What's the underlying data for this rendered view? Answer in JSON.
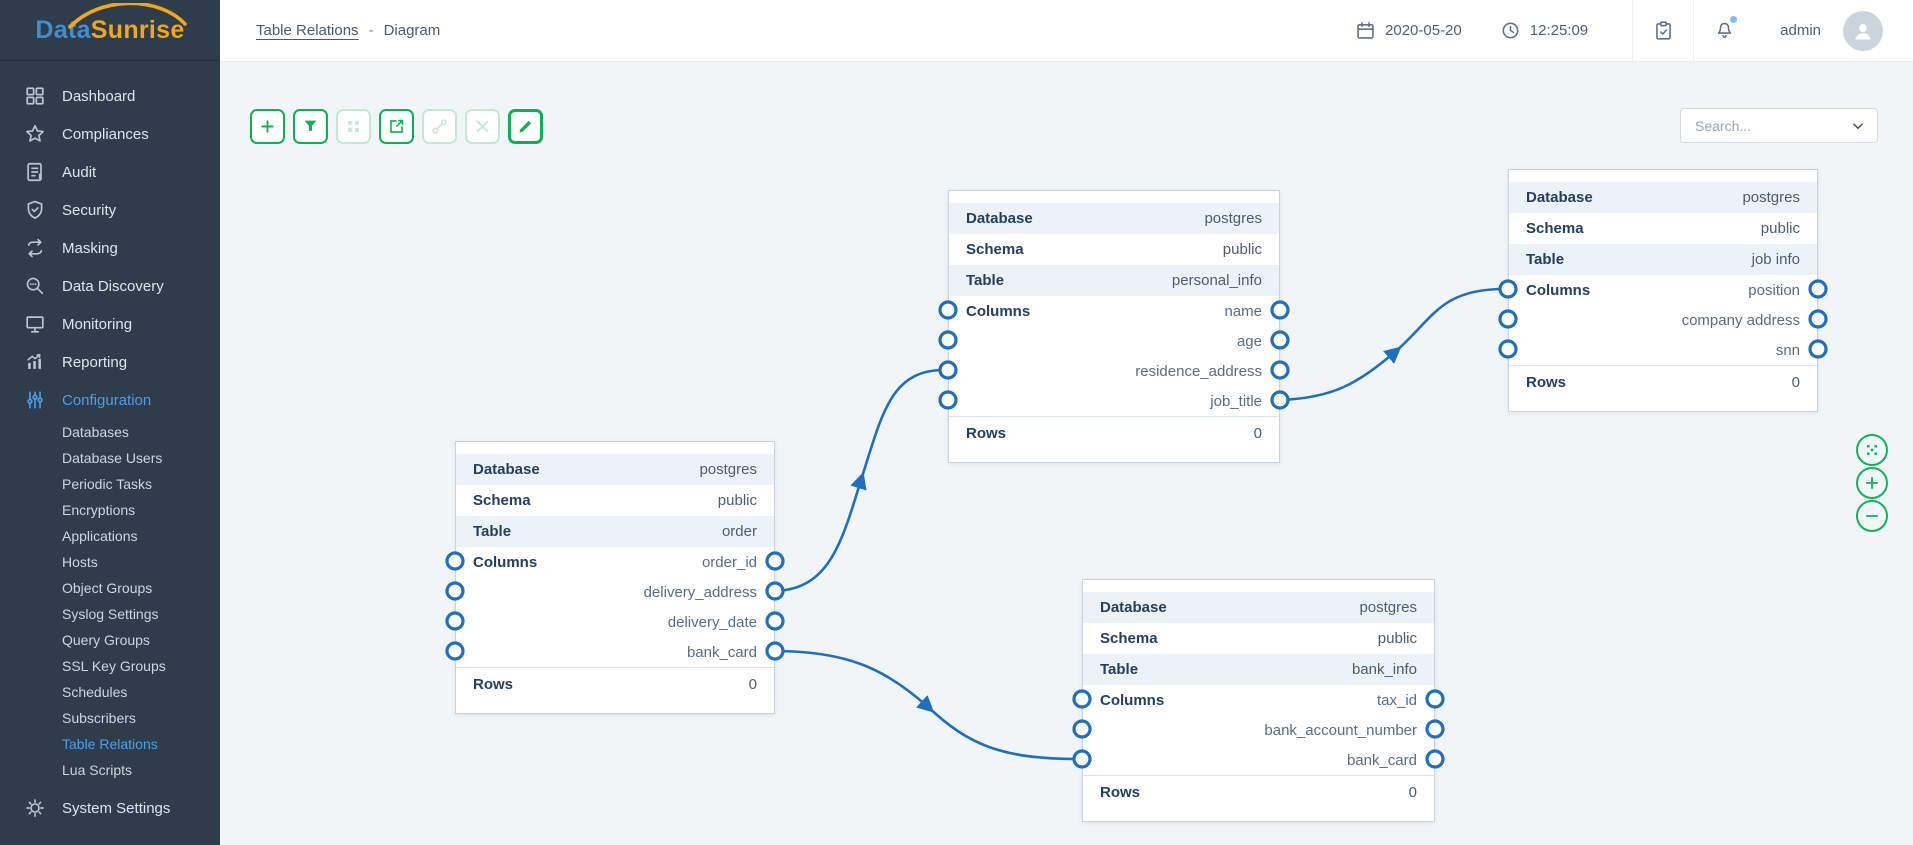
{
  "brand": {
    "part1": "Data",
    "part2": "Sunrise"
  },
  "header": {
    "breadcrumb_root": "Table Relations",
    "breadcrumb_separator": "-",
    "breadcrumb_current": "Diagram",
    "date": "2020-05-20",
    "time": "12:25:09",
    "user": "admin"
  },
  "sidebar": {
    "items": [
      {
        "label": "Dashboard"
      },
      {
        "label": "Compliances"
      },
      {
        "label": "Audit"
      },
      {
        "label": "Security"
      },
      {
        "label": "Masking"
      },
      {
        "label": "Data Discovery"
      },
      {
        "label": "Monitoring"
      },
      {
        "label": "Reporting"
      },
      {
        "label": "Configuration",
        "active": true
      },
      {
        "label": "System Settings"
      }
    ],
    "configuration_children": [
      {
        "label": "Databases"
      },
      {
        "label": "Database Users"
      },
      {
        "label": "Periodic Tasks"
      },
      {
        "label": "Encryptions"
      },
      {
        "label": "Applications"
      },
      {
        "label": "Hosts"
      },
      {
        "label": "Object Groups"
      },
      {
        "label": "Syslog Settings"
      },
      {
        "label": "Query Groups"
      },
      {
        "label": "SSL Key Groups"
      },
      {
        "label": "Schedules"
      },
      {
        "label": "Subscribers"
      },
      {
        "label": "Table Relations",
        "active": true
      },
      {
        "label": "Lua Scripts"
      }
    ]
  },
  "toolbar": {
    "buttons": [
      {
        "icon": "add-icon",
        "enabled": true
      },
      {
        "icon": "filter-icon",
        "enabled": true
      },
      {
        "icon": "grid-icon",
        "enabled": false
      },
      {
        "icon": "open-diagram-icon",
        "enabled": true
      },
      {
        "icon": "link-icon",
        "enabled": false
      },
      {
        "icon": "delete-icon",
        "enabled": false
      },
      {
        "icon": "edit-icon",
        "enabled": true
      }
    ]
  },
  "search": {
    "placeholder": "Search..."
  },
  "zoom_controls": {
    "icons": [
      "fit-screen-icon",
      "zoom-in-icon",
      "zoom-out-icon"
    ]
  },
  "card_labels": {
    "database": "Database",
    "schema": "Schema",
    "table": "Table",
    "columns": "Columns",
    "rows": "Rows"
  },
  "canvas": {
    "tables": [
      {
        "database": "postgres",
        "schema": "public",
        "table": "order",
        "columns": [
          "order_id",
          "delivery_address",
          "delivery_date",
          "bank_card"
        ],
        "rows": "0"
      },
      {
        "database": "postgres",
        "schema": "public",
        "table": "personal_info",
        "columns": [
          "name",
          "age",
          "residence_address",
          "job_title"
        ],
        "rows": "0"
      },
      {
        "database": "postgres",
        "schema": "public",
        "table": "job info",
        "columns": [
          "position",
          "company address",
          "snn"
        ],
        "rows": "0"
      },
      {
        "database": "postgres",
        "schema": "public",
        "table": "bank_info",
        "columns": [
          "tax_id",
          "bank_account_number",
          "bank_card"
        ],
        "rows": "0"
      }
    ],
    "relations": [
      {
        "from": "order.delivery_address",
        "to": "personal_info.residence_address"
      },
      {
        "from": "personal_info.job_title",
        "to": "job_info.position"
      },
      {
        "from": "order.bank_card",
        "to": "bank_info.bank_card"
      }
    ]
  },
  "colors": {
    "accent_green": "#0db155",
    "accent_green_disabled": "#c3e9d3",
    "edge_blue": "#1e6fbe",
    "sidebar_bg": "#2e3c4b",
    "sidebar_active": "#4d9fe8",
    "brand_blue": "#3e8ed0",
    "brand_orange": "#f2a71b",
    "canvas_bg": "#f1f5f8",
    "stripe_bg": "#ecf2f8"
  }
}
